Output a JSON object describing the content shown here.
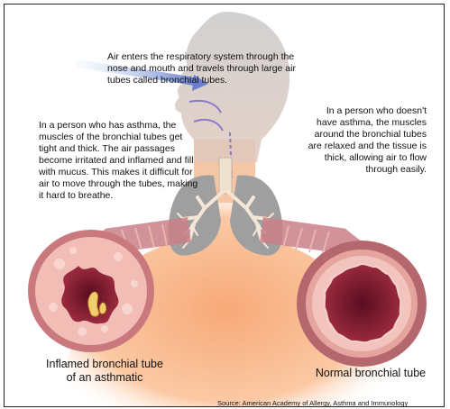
{
  "text": {
    "intro": "Air enters the respiratory system through the nose and mouth and travels through large air tubes called bronchial tubes.",
    "asthma": "In a person who has asthma, the muscles of the bronchial tubes get tight and thick. The air passages become irritated and inflamed and fill with mucus. This makes it difficult for air to move through the tubes, making it hard to breathe.",
    "normal": "In a person who doesn't have asthma, the muscles around the bronchial tubes are relaxed and the tissue is thick, allowing air to flow through easily."
  },
  "captions": {
    "inflamed_line1": "Inflamed bronchial tube",
    "inflamed_line2": "of an asthmatic",
    "normal": "Normal bronchial tube"
  },
  "source": "Source: American Academy of Allergy, Asthma and Immunology",
  "colors": {
    "body": "#f6b88a",
    "head": "#c4c4c4",
    "lung": "#9a9a9a",
    "bronchi": "#f2e6d8",
    "tube_outer": "#c9787e",
    "tube_inner_inflamed": "#f0b7b0",
    "tube_lumen": "#8c1f35",
    "airflow": "#7a6ac8"
  }
}
